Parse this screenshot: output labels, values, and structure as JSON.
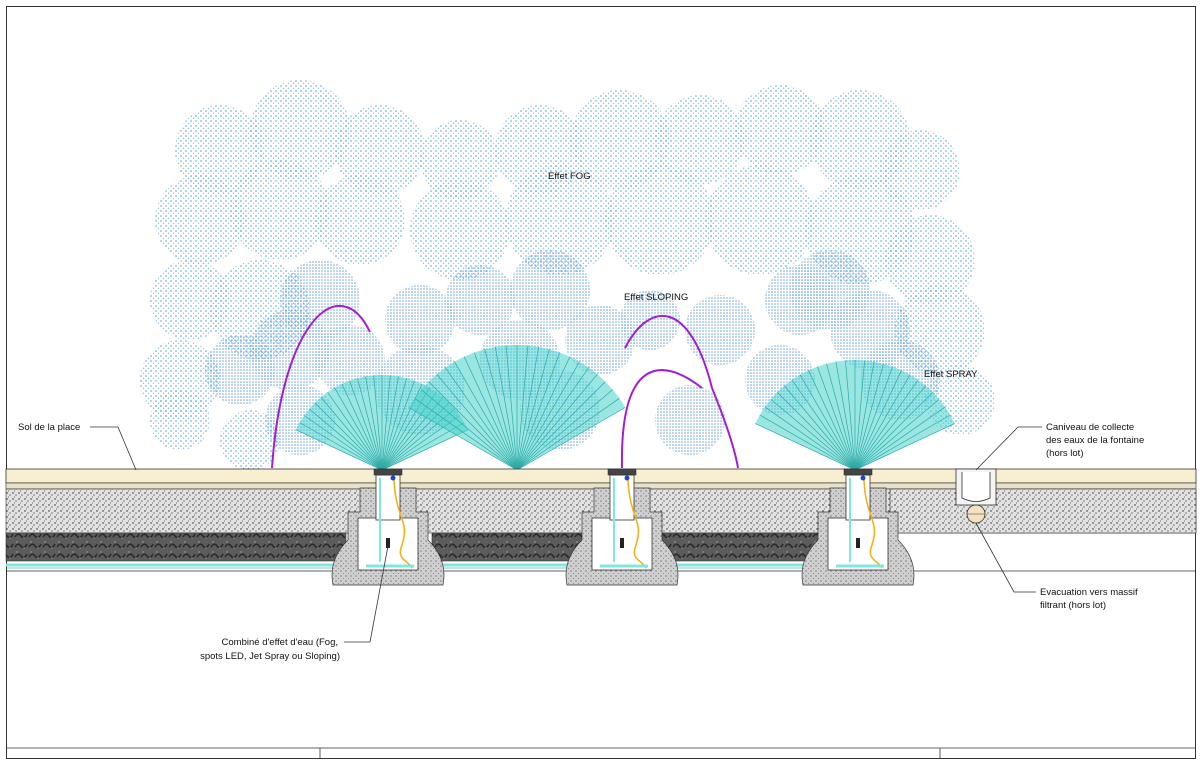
{
  "labels": {
    "fog": "Effet FOG",
    "sloping": "Effet SLOPING",
    "spray": "Effet SPRAY",
    "ground": "Sol de la place",
    "channel": [
      "Caniveau de collecte",
      "des eaux de la fontaine",
      "(hors lot)"
    ],
    "drain": [
      "Evacuation vers massif",
      "filtrant (hors lot)"
    ],
    "combined": [
      "Combiné d'effet d'eau (Fog,",
      "spots LED, Jet Spray ou Sloping)"
    ]
  },
  "colors": {
    "fog": "#4a9fe0",
    "spray": "#46d2cc",
    "sloping": "#a020d0",
    "paving": "#f7efcf",
    "gravel": "#d6d6d6",
    "drain_layer": "#6f6f6f",
    "pipe": "#7fe6e0",
    "cable": "#f2b21a"
  }
}
